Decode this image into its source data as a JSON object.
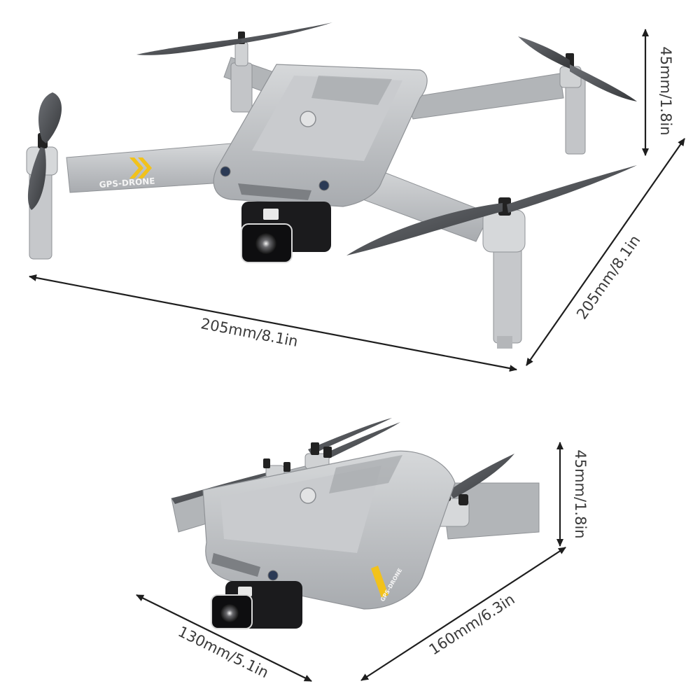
{
  "unfolded": {
    "drone_label": "GPS-DRONE",
    "dimensions": {
      "height": "45mm/1.8in",
      "length": "205mm/8.1in",
      "width": "205mm/8.1in"
    }
  },
  "folded": {
    "drone_label": "GPS-DRONE",
    "dimensions": {
      "height": "45mm/1.8in",
      "length": "160mm/6.3in",
      "width": "130mm/5.1in"
    }
  },
  "colors": {
    "body": "#b9bbbe",
    "body_light": "#d3d5d7",
    "body_dark": "#8f9296",
    "propeller": "#4a4c50",
    "stripe": "#f2c21b",
    "camera": "#1b1b1d"
  }
}
